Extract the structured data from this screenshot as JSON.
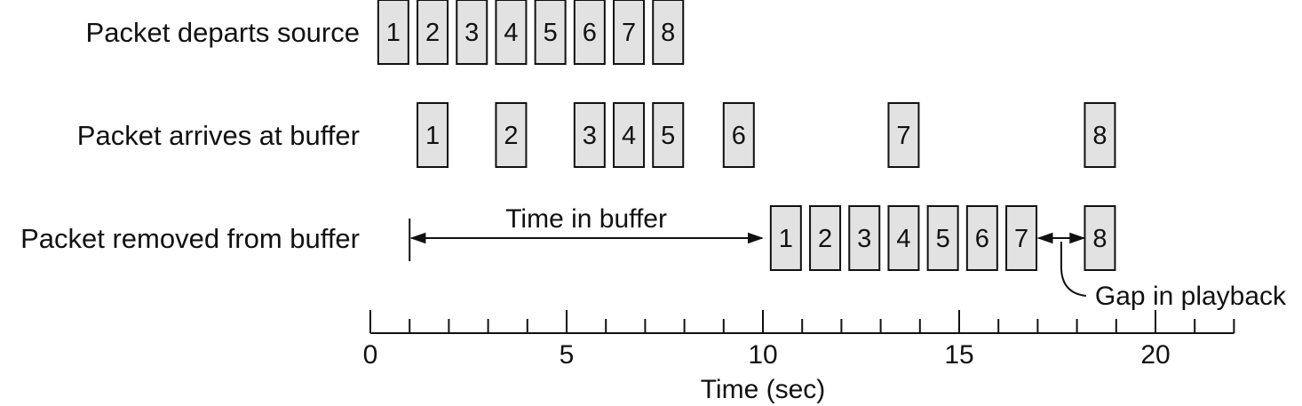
{
  "rows": [
    {
      "label": "Packet departs source",
      "packets": [
        {
          "num": "1",
          "time": 0.2
        },
        {
          "num": "2",
          "time": 1.2
        },
        {
          "num": "3",
          "time": 2.2
        },
        {
          "num": "4",
          "time": 3.2
        },
        {
          "num": "5",
          "time": 4.2
        },
        {
          "num": "6",
          "time": 5.2
        },
        {
          "num": "7",
          "time": 6.2
        },
        {
          "num": "8",
          "time": 7.2
        }
      ]
    },
    {
      "label": "Packet arrives at buffer",
      "packets": [
        {
          "num": "1",
          "time": 1.2
        },
        {
          "num": "2",
          "time": 3.2
        },
        {
          "num": "3",
          "time": 5.2
        },
        {
          "num": "4",
          "time": 6.2
        },
        {
          "num": "5",
          "time": 7.2
        },
        {
          "num": "6",
          "time": 9.0
        },
        {
          "num": "7",
          "time": 13.2
        },
        {
          "num": "8",
          "time": 18.2
        }
      ]
    },
    {
      "label": "Packet removed from buffer",
      "packets": [
        {
          "num": "1",
          "time": 10.2
        },
        {
          "num": "2",
          "time": 11.2
        },
        {
          "num": "3",
          "time": 12.2
        },
        {
          "num": "4",
          "time": 13.2
        },
        {
          "num": "5",
          "time": 14.2
        },
        {
          "num": "6",
          "time": 15.2
        },
        {
          "num": "7",
          "time": 16.2
        },
        {
          "num": "8",
          "time": 18.2
        }
      ]
    }
  ],
  "axis": {
    "title": "Time (sec)",
    "min": 0,
    "max": 22,
    "minor_step": 1,
    "major_ticks": [
      "0",
      "5",
      "10",
      "15",
      "20"
    ]
  },
  "annotations": {
    "buffer_label": "Time in buffer",
    "buffer_start": 1,
    "buffer_end": 10,
    "gap_label": "Gap in playback",
    "gap_start": 17,
    "gap_end": 18.2
  }
}
